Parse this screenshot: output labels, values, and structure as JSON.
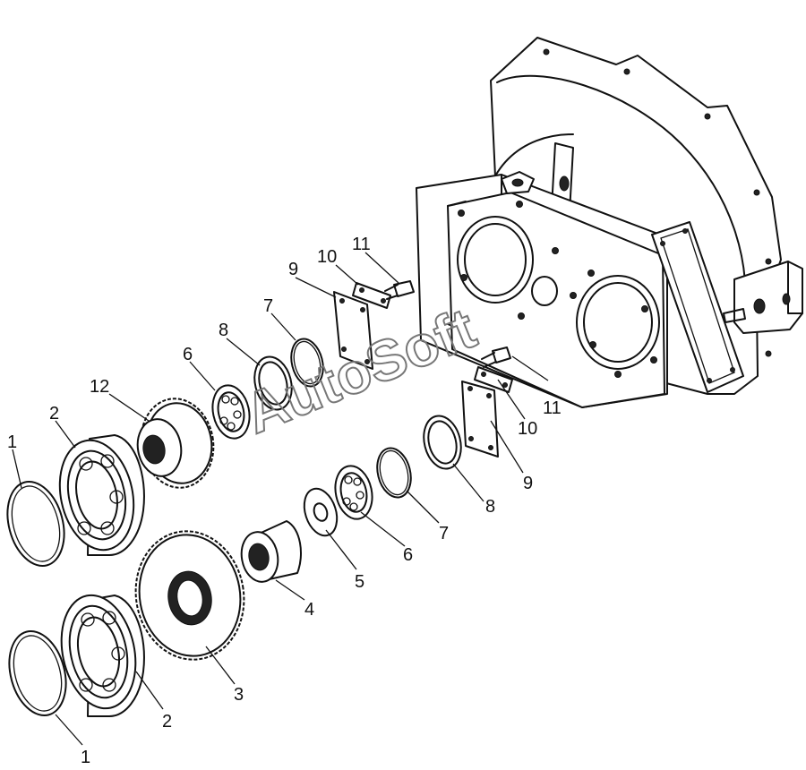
{
  "watermark": "AutoSoft",
  "callouts": [
    {
      "id": "c1a",
      "text": "1"
    },
    {
      "id": "c2a",
      "text": "2"
    },
    {
      "id": "c12",
      "text": "12"
    },
    {
      "id": "c6a",
      "text": "6"
    },
    {
      "id": "c8a",
      "text": "8"
    },
    {
      "id": "c7a",
      "text": "7"
    },
    {
      "id": "c9a",
      "text": "9"
    },
    {
      "id": "c10a",
      "text": "10"
    },
    {
      "id": "c11a",
      "text": "11"
    },
    {
      "id": "c11b",
      "text": "11"
    },
    {
      "id": "c10b",
      "text": "10"
    },
    {
      "id": "c9b",
      "text": "9"
    },
    {
      "id": "c8b",
      "text": "8"
    },
    {
      "id": "c7b",
      "text": "7"
    },
    {
      "id": "c6b",
      "text": "6"
    },
    {
      "id": "c5",
      "text": "5"
    },
    {
      "id": "c4",
      "text": "4"
    },
    {
      "id": "c3",
      "text": "3"
    },
    {
      "id": "c2b",
      "text": "2"
    },
    {
      "id": "c1b",
      "text": "1"
    }
  ]
}
